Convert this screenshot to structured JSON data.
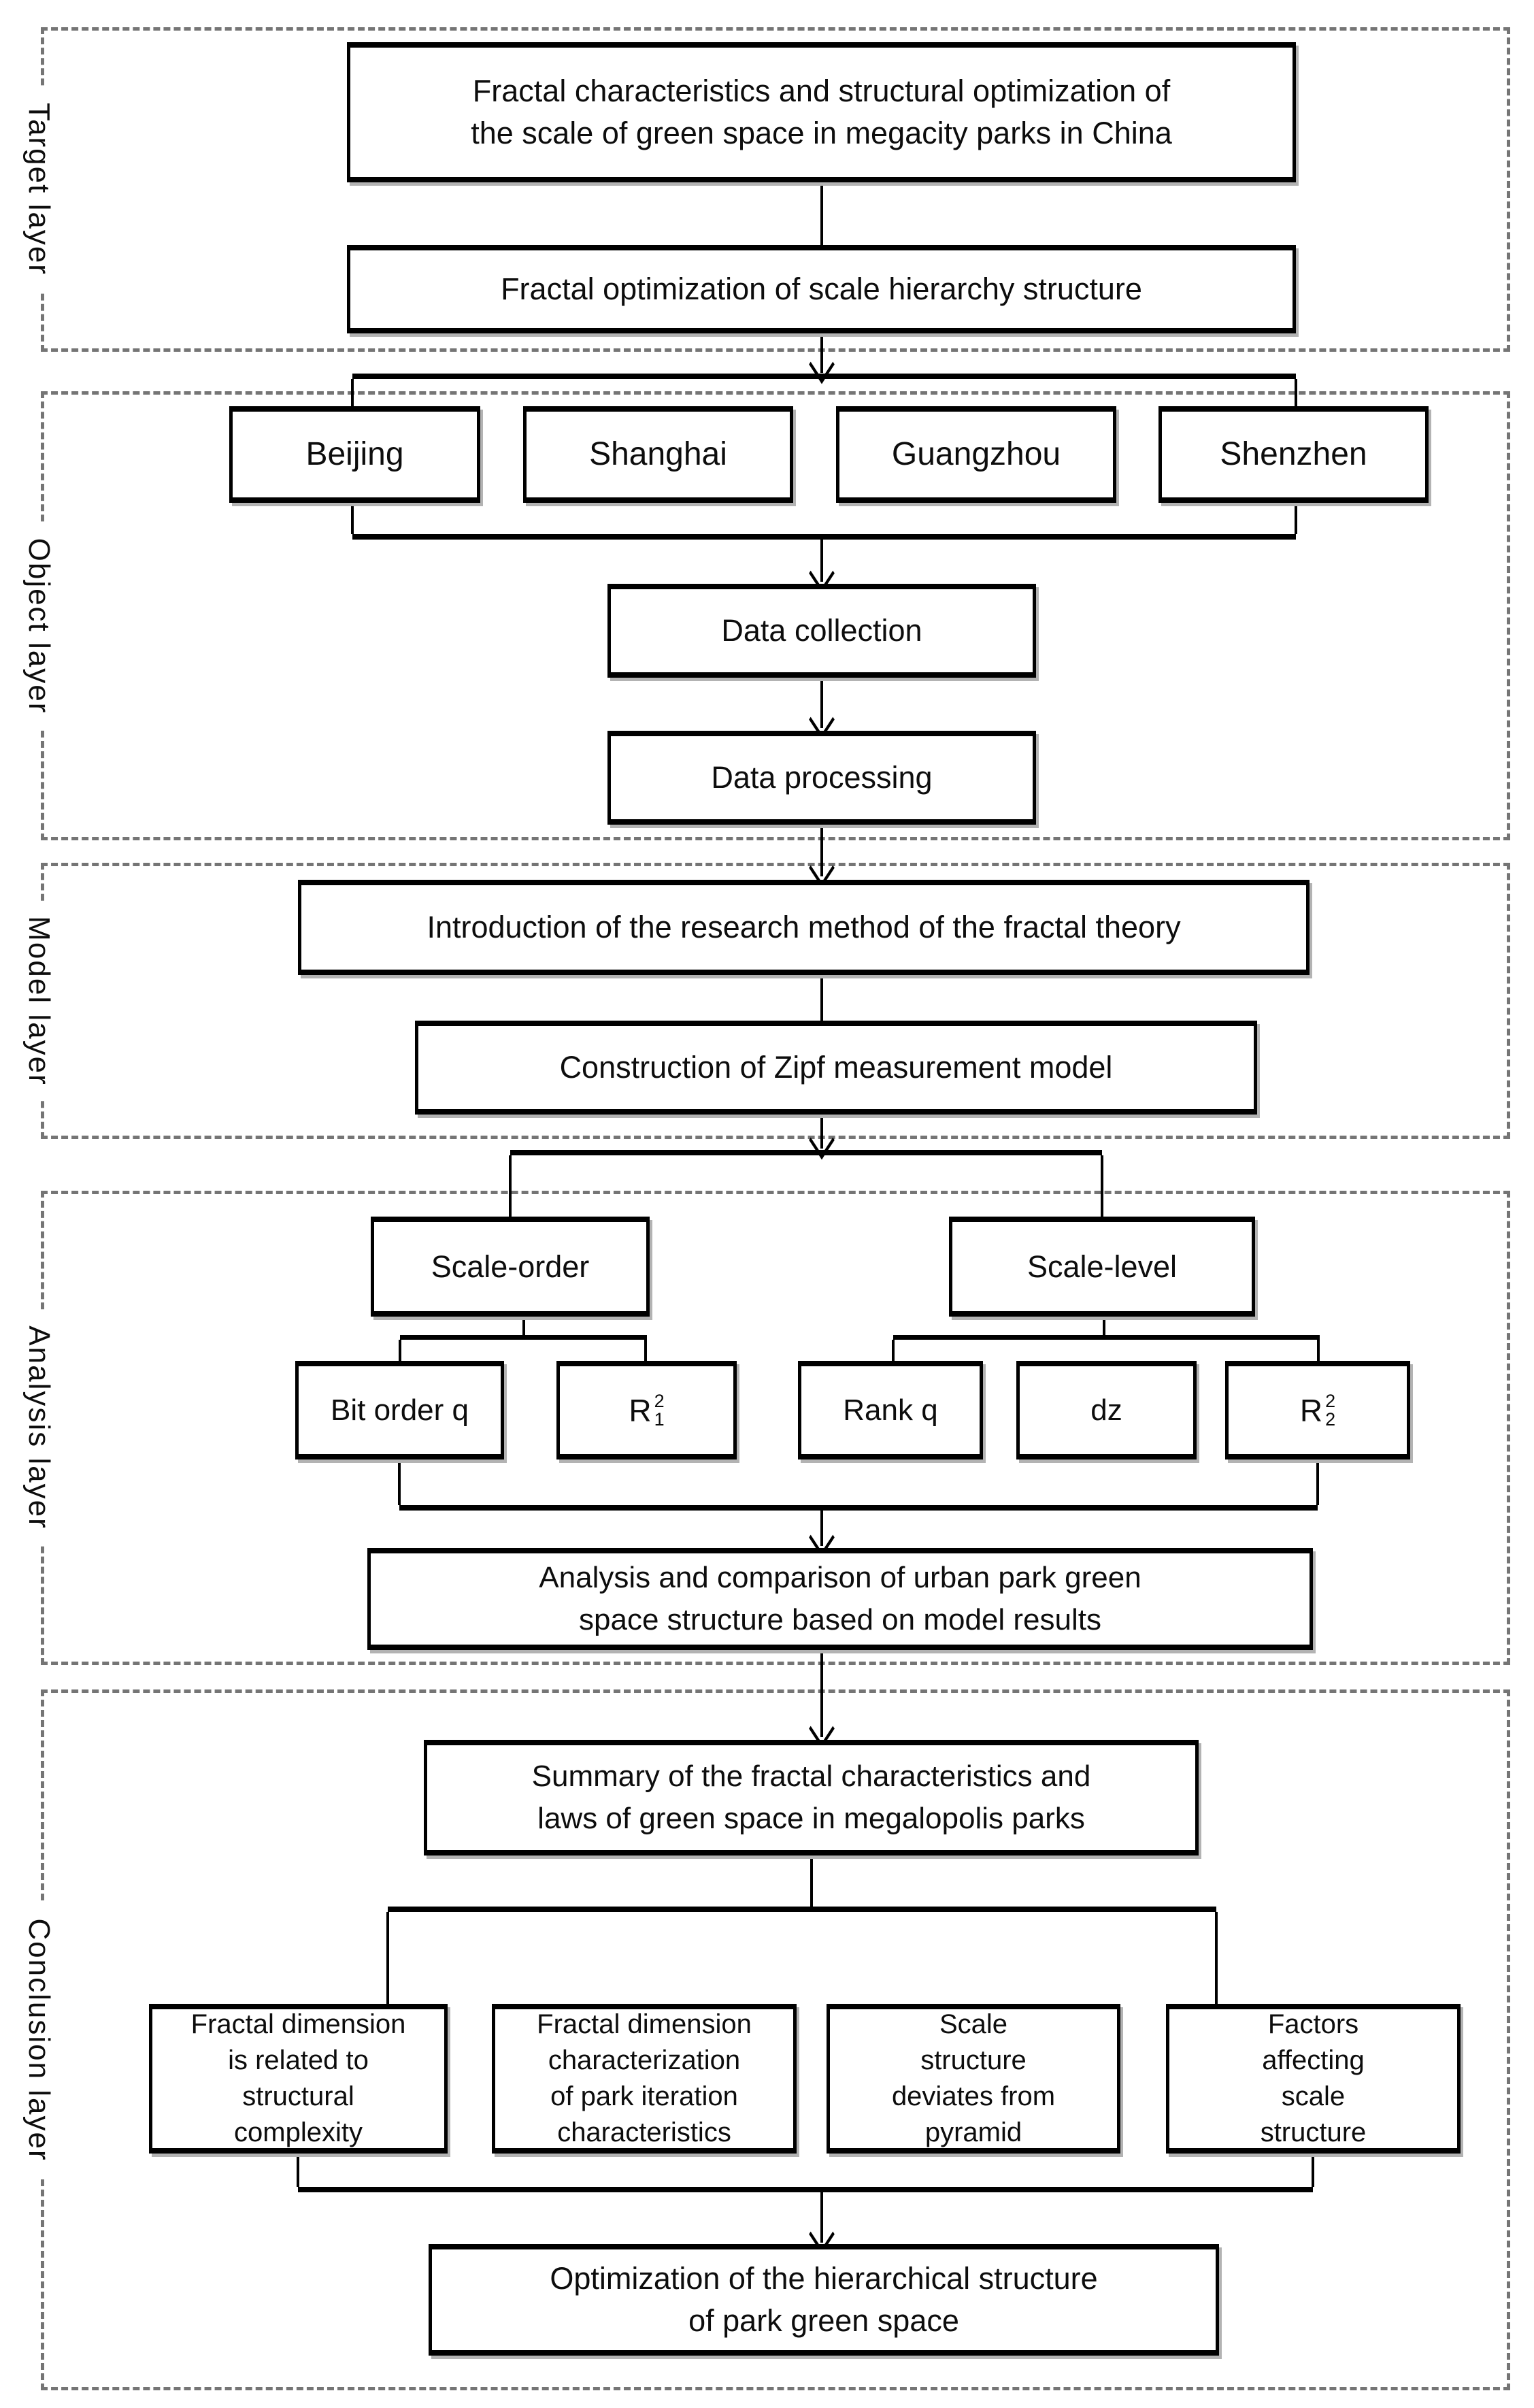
{
  "colors": {
    "line": "#000000",
    "layer_dash": "#757575",
    "box_border": "#000000",
    "background": "#ffffff",
    "text": "#0d0d0d"
  },
  "layers": [
    {
      "label": "Target layer"
    },
    {
      "label": "Object layer"
    },
    {
      "label": "Model layer"
    },
    {
      "label": "Analysis layer"
    },
    {
      "label": "Conclusion layer"
    }
  ],
  "boxes": {
    "title": "Fractal characteristics and structural optimization of\nthe scale of green space in megacity parks in China",
    "fractal_optimization": "Fractal optimization of scale hierarchy structure",
    "cities": [
      "Beijing",
      "Shanghai",
      "Guangzhou",
      "Shenzhen"
    ],
    "data_collection": "Data collection",
    "data_processing": "Data processing",
    "introduction": "Introduction of the research method of the fractal theory",
    "construction": "Construction  of Zipf measurement model",
    "scale_order": "Scale-order",
    "scale_level": "Scale-level",
    "bit_order": "Bit order q",
    "r1": {
      "base": "R",
      "sup": "2",
      "sub": "1"
    },
    "rank_q": "Rank q",
    "dz": "dz",
    "r2": {
      "base": "R",
      "sup": "2",
      "sub": "2"
    },
    "analysis_comparison": "Analysis and comparison of urban park green\nspace structure based on model results",
    "summary": "Summary of the fractal characteristics and\nlaws of green space in megalopolis parks",
    "conclusions": [
      "Fractal dimension\nis related to\nstructural\ncomplexity",
      "Fractal dimension\ncharacterization\nof park iteration\ncharacteristics",
      "Scale\nstructure\ndeviates from\npyramid",
      "Factors\naffecting\nscale\nstructure"
    ],
    "optimization": "Optimization of the hierarchical structure\nof park green space"
  }
}
